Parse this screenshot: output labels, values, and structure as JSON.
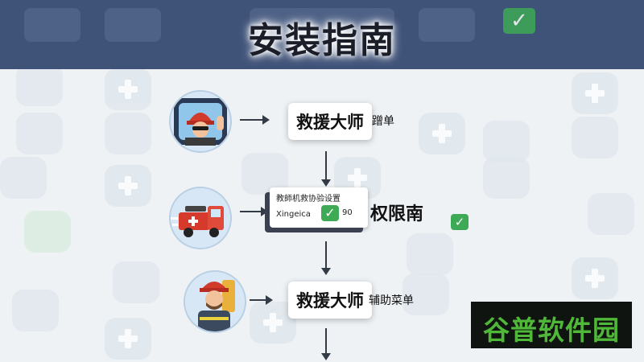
{
  "title": "安装指南",
  "steps": [
    {
      "icon": "firefighter-waving-icon",
      "label": "救援大师",
      "side": "蹭单"
    },
    {
      "icon": "fire-truck-icon",
      "card_line1": "教師机救协验设置",
      "card_line2": "Xingeica",
      "card_suffix": "90",
      "side": "权限南"
    },
    {
      "icon": "firefighter-backpack-icon",
      "label": "救援大师",
      "side": "辅助菜单"
    }
  ],
  "checkmark": "✓",
  "watermark": "谷普软件园",
  "colors": {
    "header": "#3f5278",
    "check": "#3eaa55",
    "watermark_text": "#4fb838"
  }
}
